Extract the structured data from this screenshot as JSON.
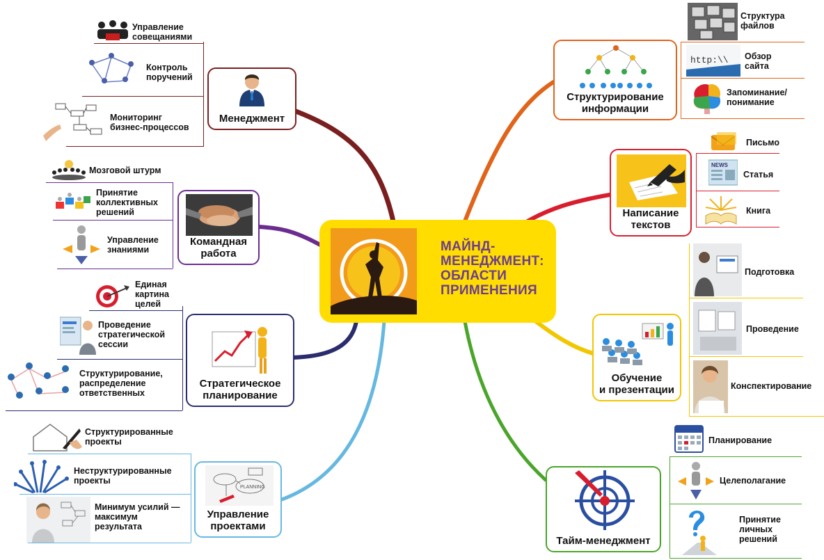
{
  "center": {
    "title": "МАЙНД-\nМЕНЕДЖМЕНТ:\nОБЛАСТИ\nПРИМЕНЕНИЯ"
  },
  "colors": {
    "management": "#7a1f1f",
    "team": "#6b2c8f",
    "strategy": "#2a2c6e",
    "projects": "#66b8e0",
    "structuring": "#e0641a",
    "writing": "#d81e2e",
    "training": "#f2c600",
    "time": "#4aa52a",
    "center": "#ffdd00"
  },
  "branches": {
    "management": {
      "title": "Менеджмент",
      "items": [
        "Управление\nсовещаниями",
        "Контроль\nпоручений",
        "Мониторинг\nбизнес-процессов"
      ]
    },
    "team": {
      "title": "Командная\nработа",
      "items": [
        "Мозговой штурм",
        "Принятие\nколлективных\nрешений",
        "Управление\nзнаниями"
      ]
    },
    "strategy": {
      "title": "Стратегическое\nпланирование",
      "items": [
        "Единая\nкартина\nцелей",
        "Проведение\nстратегической\nсессии",
        "Структурирование,\nраспределение\nответственных"
      ]
    },
    "projects": {
      "title": "Управление\nпроектами",
      "items": [
        "Структурированные\nпроекты",
        "Неструктурированные\nпроекты",
        "Минимум усилий —\nмаксимум\nрезультата"
      ]
    },
    "structuring": {
      "title": "Структурирование\nинформации",
      "items": [
        "Структура\nфайлов",
        "Обзор\nсайта",
        "Запоминание/\nпонимание"
      ]
    },
    "writing": {
      "title": "Написание\nтекстов",
      "items": [
        "Письмо",
        "Статья",
        "Книга"
      ]
    },
    "training": {
      "title": "Обучение\nи презентации",
      "items": [
        "Подготовка",
        "Проведение",
        "Конспектирование"
      ]
    },
    "time": {
      "title": "Тайм-менеджмент",
      "items": [
        "Планирование",
        "Целеполагание",
        "Принятие\nличных\nрешений"
      ]
    }
  },
  "icons": {
    "center": "triumph-man-icon",
    "management": "businessman-icon",
    "team": "stacked-hands-icon",
    "strategy": "growth-chart-icon",
    "projects": "planning-sketch-icon",
    "structuring": "hierarchy-icon",
    "writing": "writing-hand-icon",
    "training": "presentation-audience-icon",
    "time": "target-icon"
  }
}
